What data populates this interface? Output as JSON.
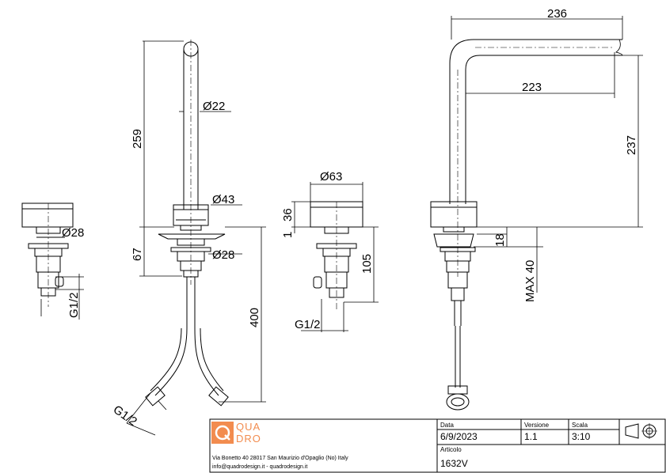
{
  "dimensions": {
    "d22": "Ø22",
    "d43": "Ø43",
    "d28_center": "Ø28",
    "d28_left": "Ø28",
    "d63": "Ø63",
    "h259": "259",
    "h67": "67",
    "h400": "400",
    "h36": "36",
    "h1": "1",
    "h105": "105",
    "w236": "236",
    "w223": "223",
    "h237": "237",
    "h18": "18",
    "max40": "MAX 40",
    "g12_left": "G1/2",
    "g12_mid": "G1/2",
    "g12_hose": "G1/2"
  },
  "title_block": {
    "logo_line1": "QUA",
    "logo_line2": "DRO",
    "address": "Via Bonetto 40  28017 San Maurizio d'Opaglio (No) Italy",
    "contact": "info@quadrodesign.it  -  quadrodesign.it",
    "data_label": "Data",
    "data_value": "6/9/2023",
    "versione_label": "Versione",
    "versione_value": "1.1",
    "scala_label": "Scala",
    "scala_value": "3:10",
    "articolo_label": "Articolo",
    "articolo_value": "1632V"
  },
  "colors": {
    "line": "#000000",
    "logo_orange": "#f28c4f"
  },
  "icons": {
    "projection_symbol": "third-angle-projection-icon",
    "logo": "quadro-logo-icon"
  }
}
